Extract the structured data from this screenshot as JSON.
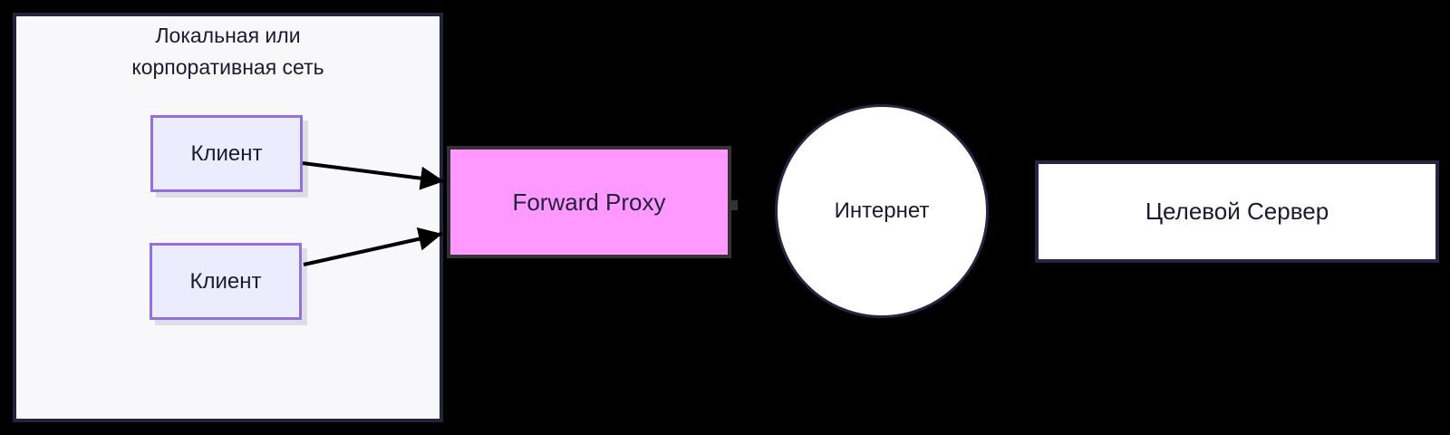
{
  "colors": {
    "background": "#000000",
    "container_fill": "#f8f8fb",
    "container_border": "#23233d",
    "client_fill": "#ececff",
    "client_border": "#9370db",
    "proxy_fill": "#ff99ff",
    "proxy_border": "#333333",
    "node_fill": "#ffffff",
    "node_border": "#262644",
    "text": "#1a1a33",
    "arrow": "#000000"
  },
  "network_group": {
    "title_line1": "Локальная или",
    "title_line2": "корпоративная сеть",
    "clients": [
      {
        "label": "Клиент"
      },
      {
        "label": "Клиент"
      }
    ]
  },
  "nodes": {
    "proxy": {
      "label": "Forward Proxy",
      "shape": "rectangle"
    },
    "internet": {
      "label": "Интернет",
      "shape": "circle"
    },
    "server": {
      "label": "Целевой Сервер",
      "shape": "rectangle"
    }
  },
  "edges": [
    {
      "from": "client-1",
      "to": "forward-proxy",
      "style": "arrow"
    },
    {
      "from": "client-2",
      "to": "forward-proxy",
      "style": "arrow"
    }
  ]
}
